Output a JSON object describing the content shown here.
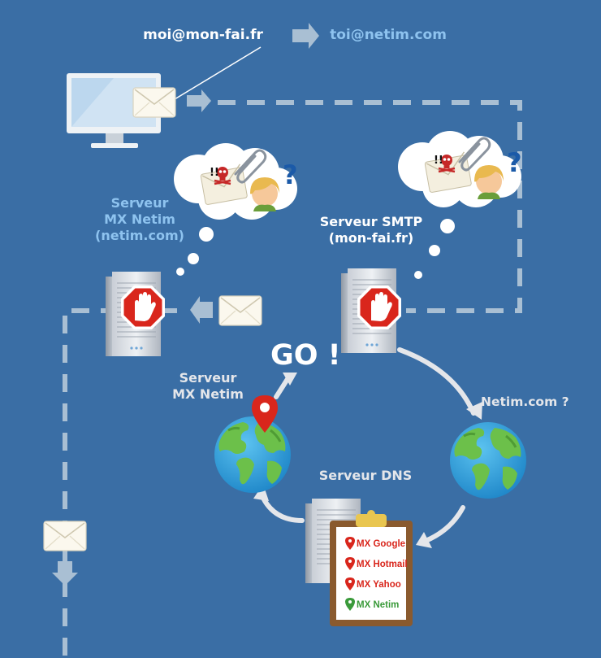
{
  "header": {
    "from_address": "moi@mon-fai.fr",
    "to_address": "toi@netim.com"
  },
  "servers": {
    "mx_netim_label": [
      "Serveur",
      "MX Netim",
      "(netim.com)"
    ],
    "smtp_label": [
      "Serveur SMTP",
      "(mon-fai.fr)"
    ],
    "mx_netim_lookup_label": [
      "Serveur",
      "MX Netim"
    ],
    "dns_label": "Serveur DNS"
  },
  "go_text": "GO !",
  "query_text": "Netim.com ?",
  "mx_records": [
    {
      "name": "MX Google",
      "color": "#d9261c"
    },
    {
      "name": "MX Hotmail",
      "color": "#d9261c"
    },
    {
      "name": "MX Yahoo",
      "color": "#d9261c"
    },
    {
      "name": "MX Netim",
      "color": "#3a9a3a"
    }
  ],
  "colors": {
    "background": "#3a6ea5",
    "dashed_path": "#a9bfd3",
    "stop_sign": "#d9261c",
    "ok_green": "#3a9a3a",
    "label_blue": "#8ec3ef"
  },
  "icons": [
    "computer-monitor-icon",
    "envelope-icon",
    "server-icon",
    "stop-hand-icon",
    "globe-icon",
    "map-pin-icon",
    "clipboard-icon",
    "thought-cloud-icon",
    "skull-icon",
    "paperclip-icon",
    "person-icon",
    "question-mark-icon"
  ]
}
